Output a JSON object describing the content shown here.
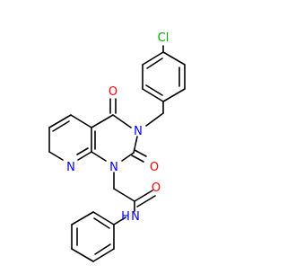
{
  "molecule": {
    "atom_labels": {
      "chlorine": "Cl",
      "carbonyl_oxygen_4": "O",
      "carbonyl_oxygen_2": "O",
      "ring_nitrogen_3": "N",
      "ring_nitrogen_1": "N",
      "pyridine_nitrogen": "N",
      "amide_oxygen": "O",
      "amide_nitrogen": "N",
      "amide_hydrogen": "H"
    },
    "colors": {
      "bond": "#000000",
      "nitrogen": "#0000ff",
      "oxygen": "#ff0000",
      "chlorine": "#00aa00",
      "background": "#ffffff"
    }
  }
}
